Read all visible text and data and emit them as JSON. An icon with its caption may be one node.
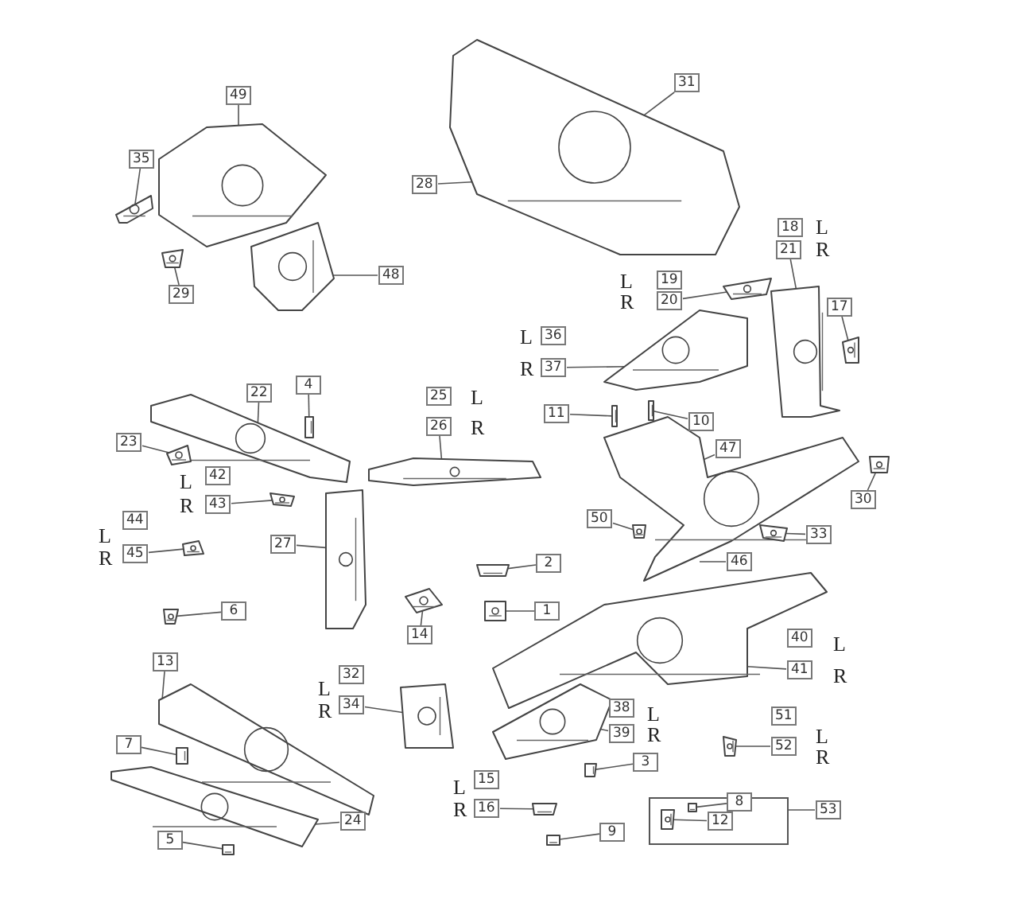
{
  "diagram": {
    "nodes": [
      {
        "text": [
          "49"
        ]
      },
      {
        "text": [
          "31"
        ]
      },
      {
        "text": [
          "35"
        ]
      },
      {
        "text": [
          "28"
        ]
      },
      {
        "text": [
          "18"
        ]
      },
      {
        "text": [
          "21"
        ]
      },
      {
        "text": [
          "48"
        ]
      },
      {
        "text": [
          "19"
        ]
      },
      {
        "text": [
          "29"
        ]
      },
      {
        "text": [
          "20"
        ]
      },
      {
        "text": [
          "17"
        ]
      },
      {
        "text": [
          "36"
        ]
      },
      {
        "text": [
          "37"
        ]
      },
      {
        "text": [
          "4"
        ]
      },
      {
        "text": [
          "22"
        ]
      },
      {
        "text": [
          "25"
        ]
      },
      {
        "text": [
          "11"
        ]
      },
      {
        "text": [
          "10"
        ]
      },
      {
        "text": [
          "26"
        ]
      },
      {
        "text": [
          "23"
        ]
      },
      {
        "text": [
          "47"
        ]
      },
      {
        "text": [
          "42"
        ]
      },
      {
        "text": [
          "30"
        ]
      },
      {
        "text": [
          "43"
        ]
      },
      {
        "text": [
          "50"
        ]
      },
      {
        "text": [
          "44"
        ]
      },
      {
        "text": [
          "33"
        ]
      },
      {
        "text": [
          "27"
        ]
      },
      {
        "text": [
          "45"
        ]
      },
      {
        "text": [
          "46"
        ]
      },
      {
        "text": [
          "2"
        ]
      },
      {
        "text": [
          "6"
        ]
      },
      {
        "text": [
          "1"
        ]
      },
      {
        "text": [
          "14"
        ]
      },
      {
        "text": [
          "40"
        ]
      },
      {
        "text": [
          "13"
        ]
      },
      {
        "text": [
          "41"
        ]
      },
      {
        "text": [
          "32"
        ]
      },
      {
        "text": [
          "38"
        ]
      },
      {
        "text": [
          "34"
        ]
      },
      {
        "text": [
          "51"
        ]
      },
      {
        "text": [
          "39"
        ]
      },
      {
        "text": [
          "7"
        ]
      },
      {
        "text": [
          "52"
        ]
      },
      {
        "text": [
          "3"
        ]
      },
      {
        "text": [
          "15"
        ]
      },
      {
        "text": [
          "8"
        ]
      },
      {
        "text": [
          "53"
        ]
      },
      {
        "text": [],
        "shape": "box"
      },
      {
        "text": [
          "16"
        ]
      },
      {
        "text": [
          "12"
        ],
        "in": 48
      },
      {
        "text": [
          "24"
        ]
      },
      {
        "text": [
          "9"
        ]
      },
      {
        "text": [
          "5"
        ]
      },
      {
        "text": [],
        "shape": "picture"
      },
      {
        "text": [],
        "shape": "picture"
      },
      {
        "text": [],
        "shape": "picture"
      },
      {
        "text": [],
        "shape": "picture"
      },
      {
        "text": [],
        "shape": "picture"
      },
      {
        "text": [],
        "shape": "picture"
      },
      {
        "text": [],
        "shape": "picture"
      },
      {
        "text": [],
        "shape": "picture"
      },
      {
        "text": [],
        "shape": "picture"
      },
      {
        "text": [],
        "shape": "picture"
      },
      {
        "text": [],
        "shape": "picture"
      },
      {
        "text": [],
        "shape": "picture"
      },
      {
        "text": [],
        "shape": "picture"
      },
      {
        "text": [],
        "shape": "picture"
      },
      {
        "text": [],
        "shape": "picture"
      },
      {
        "text": [],
        "shape": "picture"
      },
      {
        "text": [],
        "shape": "picture"
      },
      {
        "text": [],
        "shape": "picture"
      },
      {
        "text": [],
        "shape": "picture"
      },
      {
        "text": [],
        "shape": "picture"
      },
      {
        "text": [],
        "shape": "picture"
      },
      {
        "text": [],
        "shape": "picture"
      },
      {
        "text": [],
        "shape": "picture"
      },
      {
        "text": [],
        "shape": "picture"
      },
      {
        "text": [],
        "shape": "picture"
      },
      {
        "text": [],
        "shape": "picture"
      },
      {
        "text": [],
        "shape": "picture"
      },
      {
        "text": [],
        "shape": "picture"
      },
      {
        "text": [],
        "shape": "picture"
      },
      {
        "text": [],
        "shape": "picture"
      },
      {
        "text": [],
        "shape": "picture"
      },
      {
        "text": [],
        "shape": "picture"
      },
      {
        "text": [],
        "shape": "picture"
      },
      {
        "text": [],
        "shape": "picture"
      },
      {
        "text": [],
        "shape": "picture"
      },
      {
        "text": [],
        "shape": "picture"
      },
      {
        "text": [],
        "shape": "picture"
      },
      {
        "text": [],
        "shape": "picture",
        "in": 48
      },
      {
        "text": [],
        "shape": "picture",
        "in": 48
      }
    ],
    "edges": [
      {
        "from": 0,
        "to": 55,
        "arrow": "none"
      },
      {
        "from": 1,
        "to": 54,
        "arrow": "none"
      },
      {
        "from": 2,
        "to": 56,
        "arrow": "none"
      },
      {
        "from": 3,
        "to": 54,
        "arrow": "none"
      },
      {
        "from": 5,
        "to": 59,
        "arrow": "none"
      },
      {
        "from": 6,
        "to": 57,
        "arrow": "none"
      },
      {
        "from": 9,
        "to": 60,
        "arrow": "none"
      },
      {
        "from": 8,
        "to": 58,
        "arrow": "none"
      },
      {
        "from": 10,
        "to": 61,
        "arrow": "none"
      },
      {
        "from": 12,
        "to": 62,
        "arrow": "none"
      },
      {
        "from": 13,
        "to": 66,
        "arrow": "none"
      },
      {
        "from": 14,
        "to": 65,
        "arrow": "none"
      },
      {
        "from": 16,
        "to": 63,
        "arrow": "none"
      },
      {
        "from": 17,
        "to": 64,
        "arrow": "none"
      },
      {
        "from": 18,
        "to": 68,
        "arrow": "none"
      },
      {
        "from": 19,
        "to": 67,
        "arrow": "none"
      },
      {
        "from": 20,
        "to": 69,
        "arrow": "none"
      },
      {
        "from": 22,
        "to": 75,
        "arrow": "none"
      },
      {
        "from": 23,
        "to": 70,
        "arrow": "none"
      },
      {
        "from": 24,
        "to": 73,
        "arrow": "none"
      },
      {
        "from": 26,
        "to": 74,
        "arrow": "none"
      },
      {
        "from": 27,
        "to": 72,
        "arrow": "none"
      },
      {
        "from": 28,
        "to": 71,
        "arrow": "none"
      },
      {
        "from": 29,
        "to": 69,
        "arrow": "none"
      },
      {
        "from": 30,
        "to": 76,
        "arrow": "none"
      },
      {
        "from": 31,
        "to": 78,
        "arrow": "none"
      },
      {
        "from": 32,
        "to": 77,
        "arrow": "none"
      },
      {
        "from": 33,
        "to": 79,
        "arrow": "none"
      },
      {
        "from": 35,
        "to": 82,
        "arrow": "none"
      },
      {
        "from": 36,
        "to": 80,
        "arrow": "none"
      },
      {
        "from": 39,
        "to": 85,
        "arrow": "none"
      },
      {
        "from": 41,
        "to": 81,
        "arrow": "none"
      },
      {
        "from": 42,
        "to": 83,
        "arrow": "none"
      },
      {
        "from": 43,
        "to": 90,
        "arrow": "none"
      },
      {
        "from": 44,
        "to": 86,
        "arrow": "none"
      },
      {
        "from": 46,
        "to": 92,
        "arrow": "none"
      },
      {
        "from": 47,
        "to": 48,
        "arrow": "none"
      },
      {
        "from": 49,
        "to": 87,
        "arrow": "none"
      },
      {
        "from": 50,
        "to": 91,
        "arrow": "none"
      },
      {
        "from": 51,
        "to": 84,
        "arrow": "none"
      },
      {
        "from": 52,
        "to": 89,
        "arrow": "none"
      },
      {
        "from": 53,
        "to": 88,
        "arrow": "none"
      }
    ],
    "labels": [
      "L",
      "R",
      "L",
      "R",
      "L",
      "R",
      "L",
      "R",
      "L",
      "R",
      "L",
      "R",
      "L",
      "R",
      "L",
      "R",
      "L",
      "L",
      "R",
      "R",
      "L",
      "R"
    ]
  }
}
